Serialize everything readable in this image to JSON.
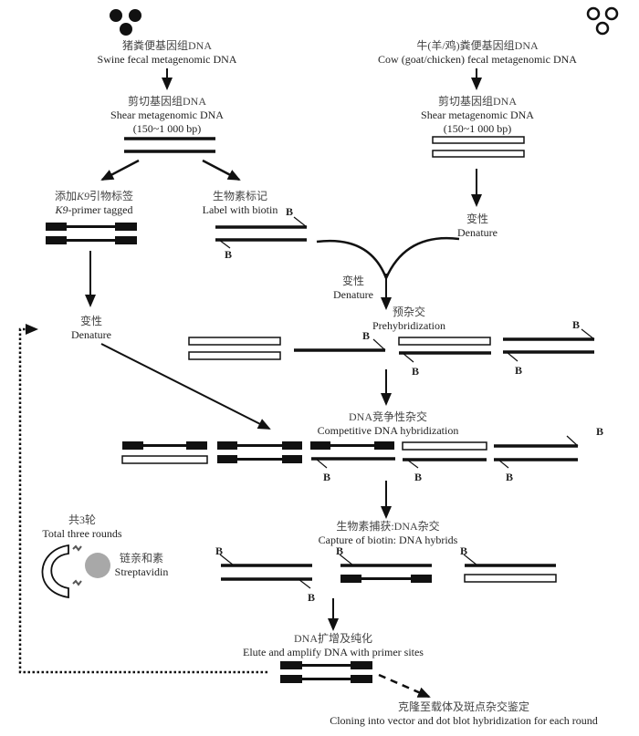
{
  "title": "Competitive DNA hybridization workflow",
  "sources": {
    "swine": {
      "zh": "猪粪便基因组DNA",
      "en": "Swine fecal metagenomic DNA"
    },
    "cow": {
      "zh": "牛(羊/鸡)粪便基因组DNA",
      "en": "Cow (goat/chicken) fecal metagenomic DNA"
    }
  },
  "shear": {
    "zh": "剪切基因组DNA",
    "en": "Shear metagenomic DNA",
    "size": "(150~1 000 bp)"
  },
  "primer_tag": {
    "zh_prefix": "添加",
    "zh_k9": "K9",
    "zh_suffix": "引物标签",
    "en_k9": "K9",
    "en_suffix": "-primer tagged"
  },
  "biotin_label": {
    "zh": "生物素标记",
    "en": "Label with biotin"
  },
  "denature": {
    "zh": "变性",
    "en": "Denature"
  },
  "prehybridization": {
    "zh": "预杂交",
    "en": "Prehybridization"
  },
  "competitive": {
    "zh": "DNA竞争性杂交",
    "en": "Competitive DNA hybridization"
  },
  "capture": {
    "zh": "生物素捕获:DNA杂交",
    "en": "Capture of biotin: DNA hybrids"
  },
  "rounds": {
    "zh": "共3轮",
    "en": "Total  three rounds"
  },
  "streptavidin": {
    "zh": "链亲和素",
    "en": "Streptavidin"
  },
  "amplify": {
    "zh": "DNA扩增及纯化",
    "en": "Elute and amplify DNA with primer sites"
  },
  "cloning": {
    "zh": "克隆至载体及斑点杂交鉴定",
    "en": "Cloning into vector and dot blot hybridization for each round"
  },
  "biotin_marker": "B",
  "colors": {
    "line": "#111111",
    "streptavidin": "#a8a8a8"
  },
  "legend_icons": {
    "swine": "filled-circles-icon",
    "cow": "open-circles-icon"
  }
}
